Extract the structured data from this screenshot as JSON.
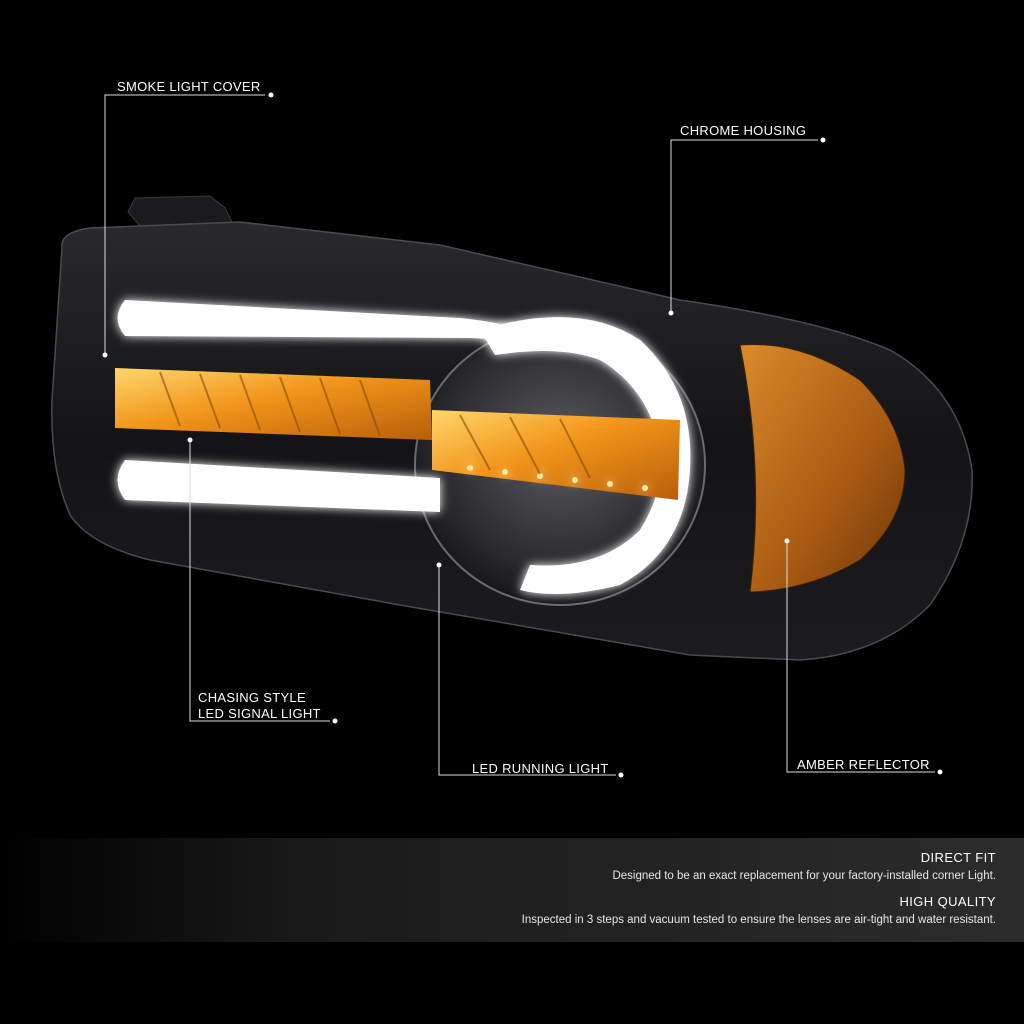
{
  "callouts": {
    "smoke_light_cover": "SMOKE LIGHT COVER",
    "chrome_housing": "CHROME HOUSING",
    "chasing_style_line1": "CHASING STYLE",
    "chasing_style_line2": "LED SIGNAL LIGHT",
    "led_running_light": "LED RUNNING LIGHT",
    "amber_reflector": "AMBER REFLECTOR"
  },
  "features": [
    {
      "title": "DIRECT FIT",
      "description": "Designed to be an exact replacement for your factory-installed corner Light."
    },
    {
      "title": "HIGH QUALITY",
      "description": "Inspected in 3 steps and vacuum tested to ensure the lenses are air-tight and water resistant."
    }
  ],
  "colors": {
    "background": "#000000",
    "callout_text": "#ffffff",
    "amber": "#f0a020",
    "led_white": "#ffffff"
  }
}
